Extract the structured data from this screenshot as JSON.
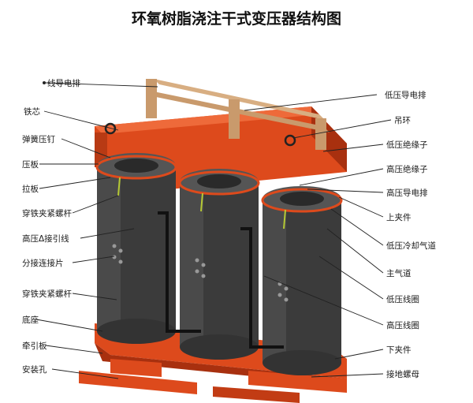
{
  "title": "环氧树脂浇注干式变压器结构图",
  "labels_left": [
    {
      "id": "phase-bus-bar",
      "text": "线导电排"
    },
    {
      "id": "iron-core",
      "text": "铁芯"
    },
    {
      "id": "spring-pressure-nail",
      "text": "弹簧压钉"
    },
    {
      "id": "pressure-plate",
      "text": "压板"
    },
    {
      "id": "tie-plate",
      "text": "拉板"
    },
    {
      "id": "core-clamp-bolt-upper",
      "text": "穿铁夹紧螺杆"
    },
    {
      "id": "hv-delta-lead",
      "text": "高压Δ接引线"
    },
    {
      "id": "tap-connector",
      "text": "分接连接片"
    },
    {
      "id": "core-clamp-bolt-lower",
      "text": "穿铁夹紧螺杆"
    },
    {
      "id": "base",
      "text": "底座"
    },
    {
      "id": "traction-plate",
      "text": "牵引板"
    },
    {
      "id": "mounting-hole",
      "text": "安装孔"
    }
  ],
  "labels_right": [
    {
      "id": "lv-bus-bar",
      "text": "低压导电排"
    },
    {
      "id": "lifting-ring",
      "text": "吊环"
    },
    {
      "id": "lv-insulator",
      "text": "低压绝缘子"
    },
    {
      "id": "hv-insulator",
      "text": "高压绝缘子"
    },
    {
      "id": "hv-bus-bar",
      "text": "高压导电排"
    },
    {
      "id": "upper-clamp",
      "text": "上夹件"
    },
    {
      "id": "lv-cooling-duct",
      "text": "低压冷却气道"
    },
    {
      "id": "main-air-duct",
      "text": "主气道"
    },
    {
      "id": "lv-coil",
      "text": "低压线圈"
    },
    {
      "id": "hv-coil",
      "text": "高压线圈"
    },
    {
      "id": "lower-clamp",
      "text": "下夹件"
    },
    {
      "id": "grounding-nut",
      "text": "接地螺母"
    }
  ],
  "colors": {
    "frame_orange": "#dd4a1c",
    "frame_dark": "#a8300f",
    "coil_dark": "#3b3b3b",
    "coil_mid": "#555555",
    "copper_bar": "#c99a6c"
  }
}
